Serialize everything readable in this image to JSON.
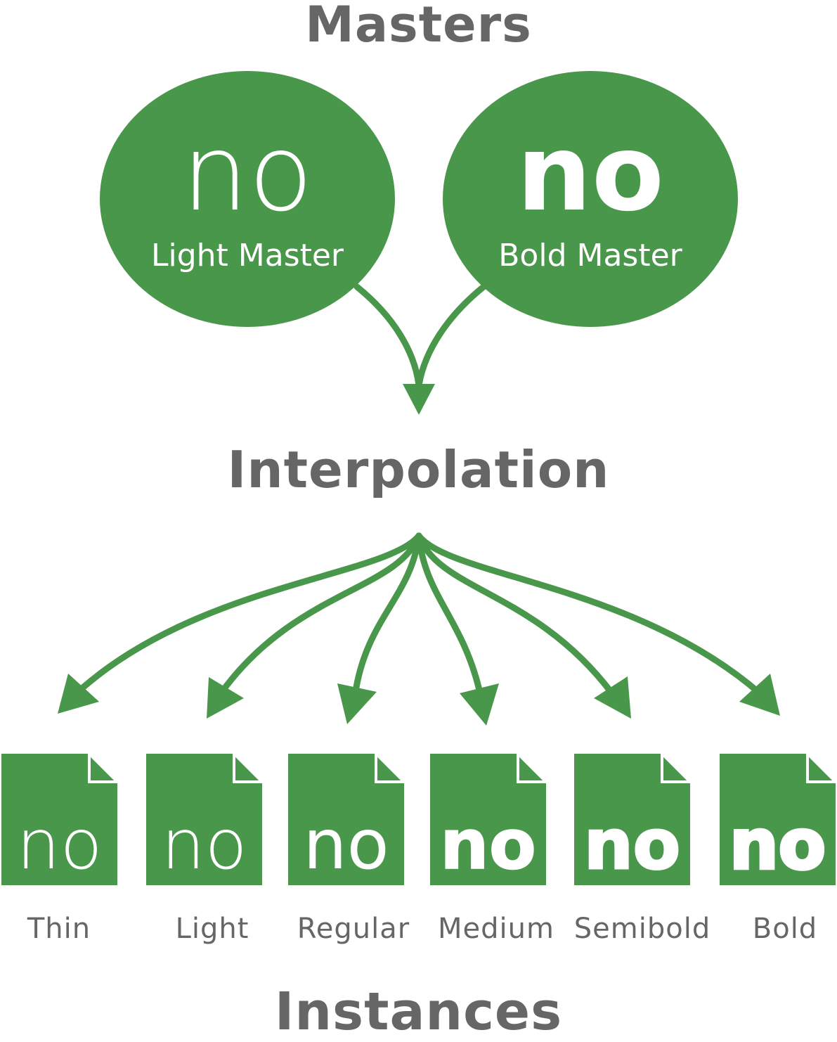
{
  "headings": {
    "masters": "Masters",
    "interpolation": "Interpolation",
    "instances": "Instances"
  },
  "masters": [
    {
      "glyph": "no",
      "label": "Light Master",
      "weight": "light"
    },
    {
      "glyph": "no",
      "label": "Bold Master",
      "weight": "bold"
    }
  ],
  "instances": [
    {
      "glyph": "no",
      "label": "Thin"
    },
    {
      "glyph": "no",
      "label": "Light"
    },
    {
      "glyph": "no",
      "label": "Regular"
    },
    {
      "glyph": "no",
      "label": "Medium"
    },
    {
      "glyph": "no",
      "label": "Semibold"
    },
    {
      "glyph": "no",
      "label": "Bold"
    }
  ],
  "colors": {
    "green": "#49974a",
    "text_gray": "#666666",
    "white": "#ffffff"
  }
}
